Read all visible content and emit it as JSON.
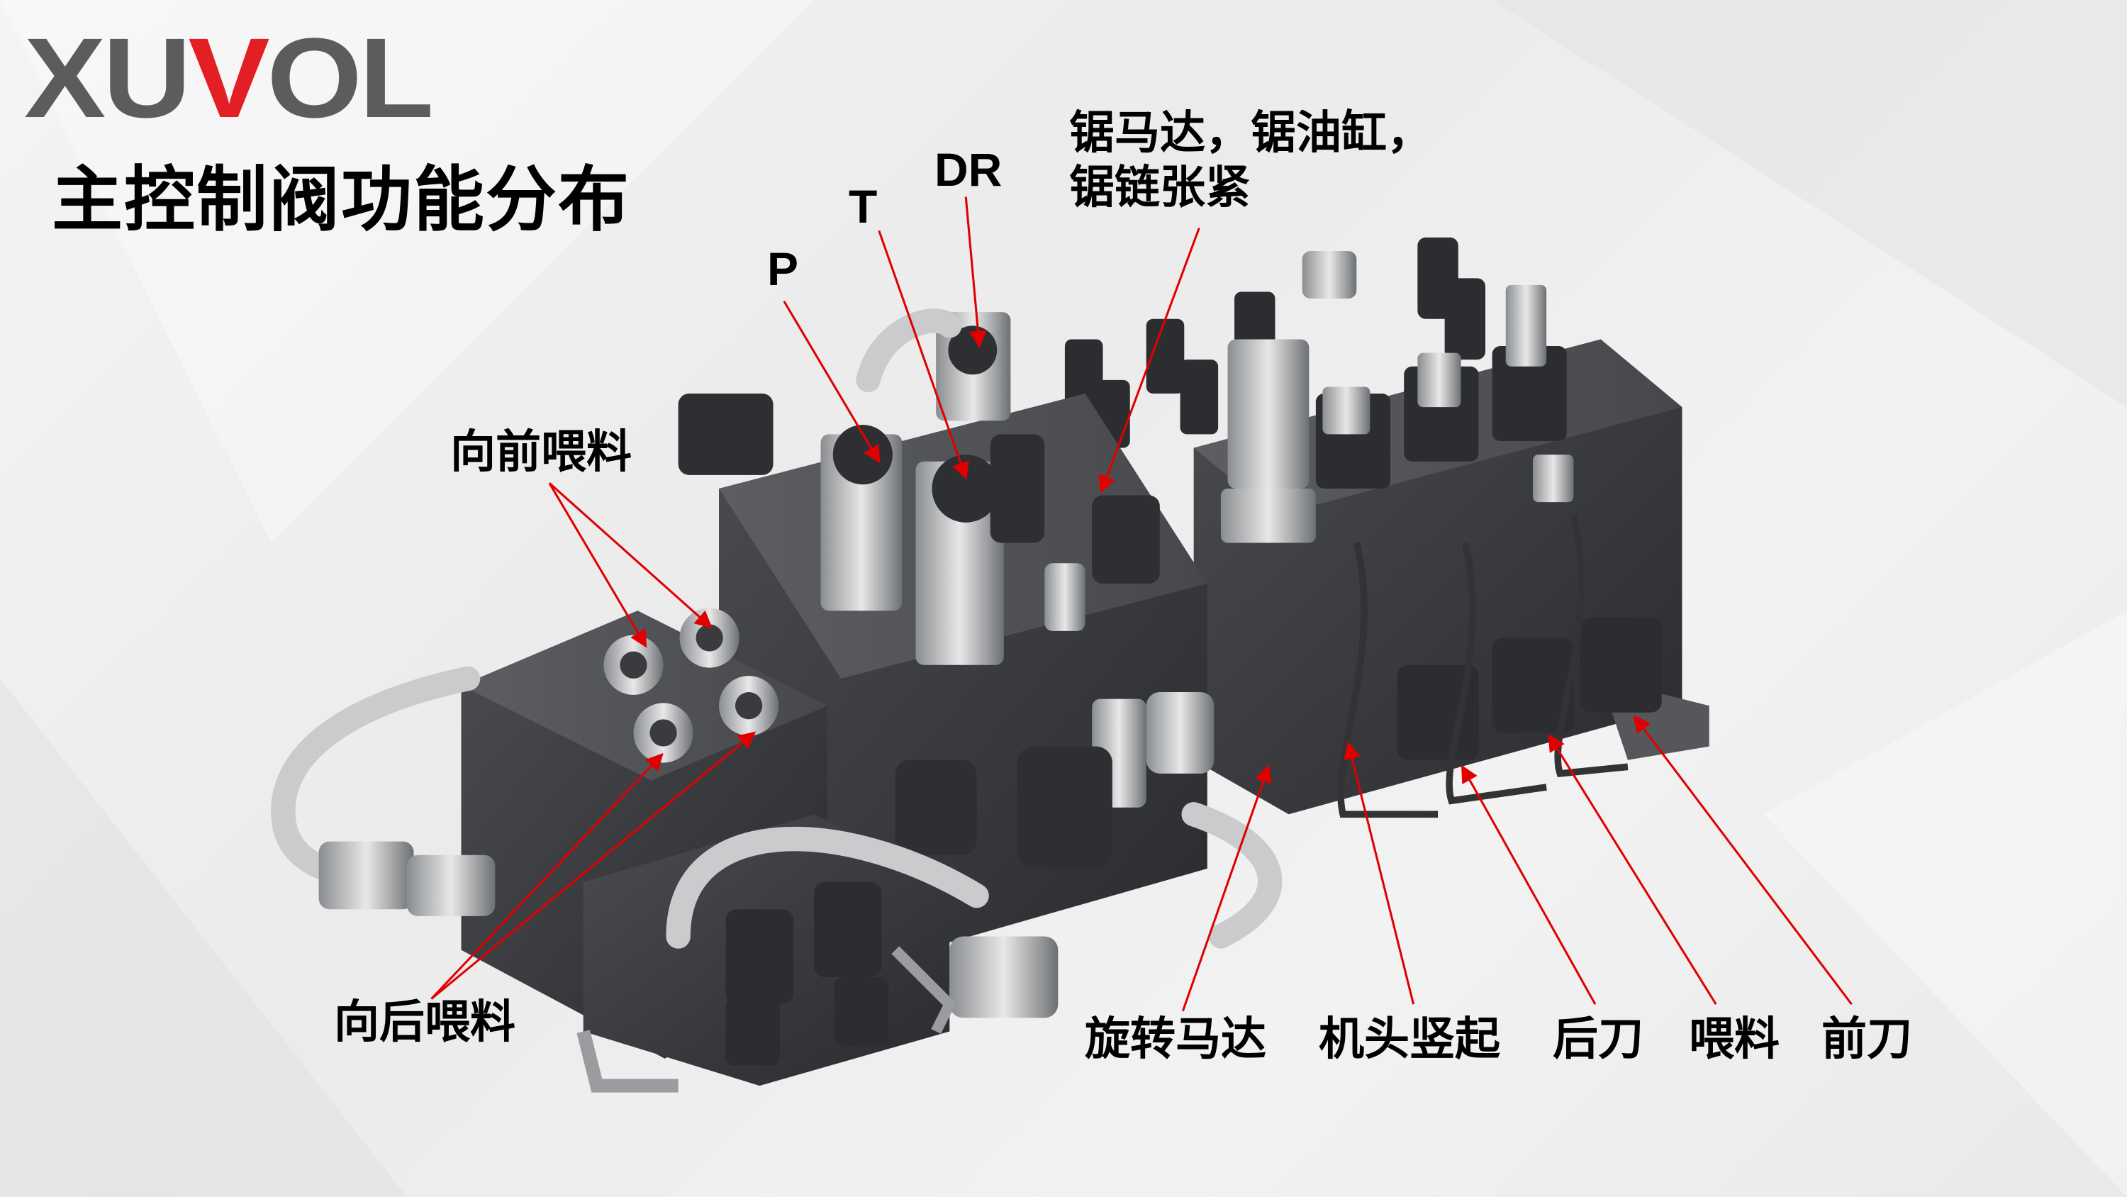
{
  "logo": {
    "text": "XUVOL",
    "pre": "XU",
    "accent": "V",
    "post": "OL",
    "accent_color": "#e31e24",
    "color": "#5a5c5e"
  },
  "title": "主控制阀功能分布",
  "ports": {
    "p": "P",
    "t": "T",
    "dr": "DR"
  },
  "labels": {
    "saw_line1": "锯马达，锯油缸，",
    "saw_line2": "锯链张紧",
    "forward_feed": "向前喂料",
    "backward_feed": "向后喂料",
    "rotary_motor": "旋转马达",
    "head_raise": "机头竖起",
    "rear_knife": "后刀",
    "feed": "喂料",
    "front_knife": "前刀"
  },
  "arrow_color": "#e00000"
}
